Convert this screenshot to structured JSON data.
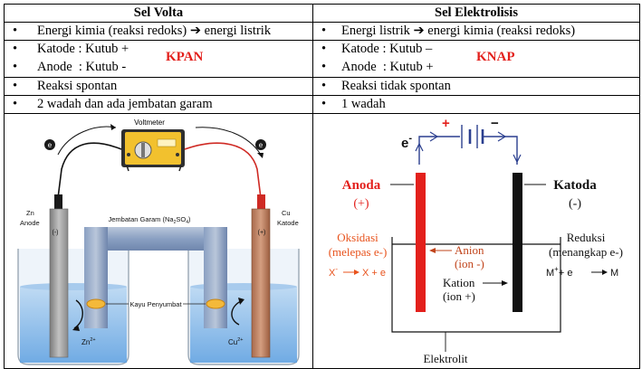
{
  "headers": {
    "left": "Sel Volta",
    "right": "Sel Elektrolisis"
  },
  "bullet": "•",
  "volta": {
    "energy_a": "Energi kimia (reaksi redoks)",
    "energy_b": "energi listrik",
    "katode": "Katode : Kutub +",
    "anode": "Anode  : Kutub -",
    "mnemonic": "KPAN",
    "reaksi": "Reaksi spontan",
    "wadah": "2 wadah dan ada jembatan garam"
  },
  "elektrolisis": {
    "energy_a": "Energi listrik",
    "energy_b": "energi kimia (reaksi redoks)",
    "katode": "Katode : Kutub –",
    "anode": "Anode  : Kutub +",
    "mnemonic": "KNAP",
    "reaksi": "Reaksi tidak spontan",
    "wadah": "1 wadah"
  },
  "volta_diagram": {
    "voltmeter": "Voltmeter",
    "electron": "e",
    "jembatan": "Jembatan Garam (Na",
    "jembatan_sub": "2",
    "jembatan_mid": "SO",
    "jembatan_sub2": "4",
    "jembatan_end": ")",
    "zn_label": "Zn",
    "zn_anode": "Anode",
    "cu_label": "Cu",
    "cu_katode": "Katode",
    "minus": "(-)",
    "plus": "(+)",
    "kayu": "Kayu Penyumbat",
    "zn_ion": "Zn",
    "cu_ion": "Cu",
    "ion_charge": "2+"
  },
  "elektrolisis_diagram": {
    "plus_sign": "+",
    "minus_sign": "−",
    "electron": "e",
    "electron_sup": "-",
    "anoda": "Anoda",
    "anoda_sign": "(+)",
    "katoda": "Katoda",
    "katoda_sign": "(-)",
    "oksidasi": "Oksidasi",
    "melepas": "(melepas e-)",
    "eq_left": "X",
    "eq_left_sup": "-",
    "eq_right": "X + e",
    "anion": "Anion",
    "anion_sub": "(ion -)",
    "kation": "Kation",
    "kation_sub": "(ion +)",
    "reduksi": "Reduksi",
    "menangkap": "(menangkap e-)",
    "eq2_left": "M",
    "eq2_sup": "+",
    "eq2_mid": "+ e",
    "eq2_right": "M",
    "elektrolit": "Elektrolit"
  },
  "colors": {
    "accent_red": "#e3201c",
    "orange_text": "#e8531d",
    "ion_orange": "#c1441b"
  }
}
